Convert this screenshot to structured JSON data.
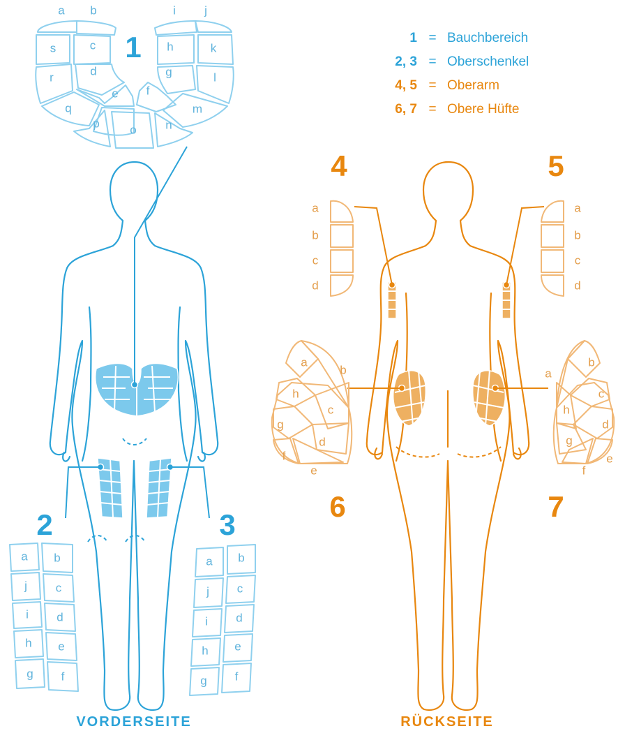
{
  "colors": {
    "blue": "#2ca3d8",
    "blue_light": "#8fd0ee",
    "blue_fill": "#7cc9ec",
    "orange": "#e8870f",
    "orange_light": "#f1b877",
    "orange_fill": "#eeb061"
  },
  "legend": [
    {
      "num": "1",
      "sep": "=",
      "text": "Bauchbereich",
      "color": "blue"
    },
    {
      "num": "2, 3",
      "sep": "=",
      "text": "Oberschenkel",
      "color": "blue"
    },
    {
      "num": "4, 5",
      "sep": "=",
      "text": "Oberarm",
      "color": "orange"
    },
    {
      "num": "6, 7",
      "sep": "=",
      "text": "Obere Hüfte",
      "color": "orange"
    }
  ],
  "front": {
    "caption": "VORDERSEITE",
    "abdomen": {
      "number": "1",
      "zones": [
        "a",
        "b",
        "c",
        "d",
        "e",
        "f",
        "g",
        "h",
        "i",
        "j",
        "k",
        "l",
        "m",
        "n",
        "o",
        "p",
        "q",
        "r",
        "s"
      ]
    },
    "left_thigh": {
      "number": "2",
      "zones": [
        "a",
        "b",
        "c",
        "d",
        "e",
        "f",
        "g",
        "h",
        "i",
        "j"
      ]
    },
    "right_thigh": {
      "number": "3",
      "zones": [
        "a",
        "b",
        "c",
        "d",
        "e",
        "f",
        "g",
        "h",
        "i",
        "j"
      ]
    }
  },
  "back": {
    "caption": "RÜCKSEITE",
    "left_arm": {
      "number": "4",
      "zones": [
        "a",
        "b",
        "c",
        "d"
      ]
    },
    "right_arm": {
      "number": "5",
      "zones": [
        "a",
        "b",
        "c",
        "d"
      ]
    },
    "left_hip": {
      "number": "6",
      "zones": [
        "a",
        "b",
        "c",
        "d",
        "e",
        "f",
        "g",
        "h"
      ]
    },
    "right_hip": {
      "number": "7",
      "zones": [
        "a",
        "b",
        "c",
        "d",
        "e",
        "f",
        "g",
        "h"
      ]
    }
  }
}
